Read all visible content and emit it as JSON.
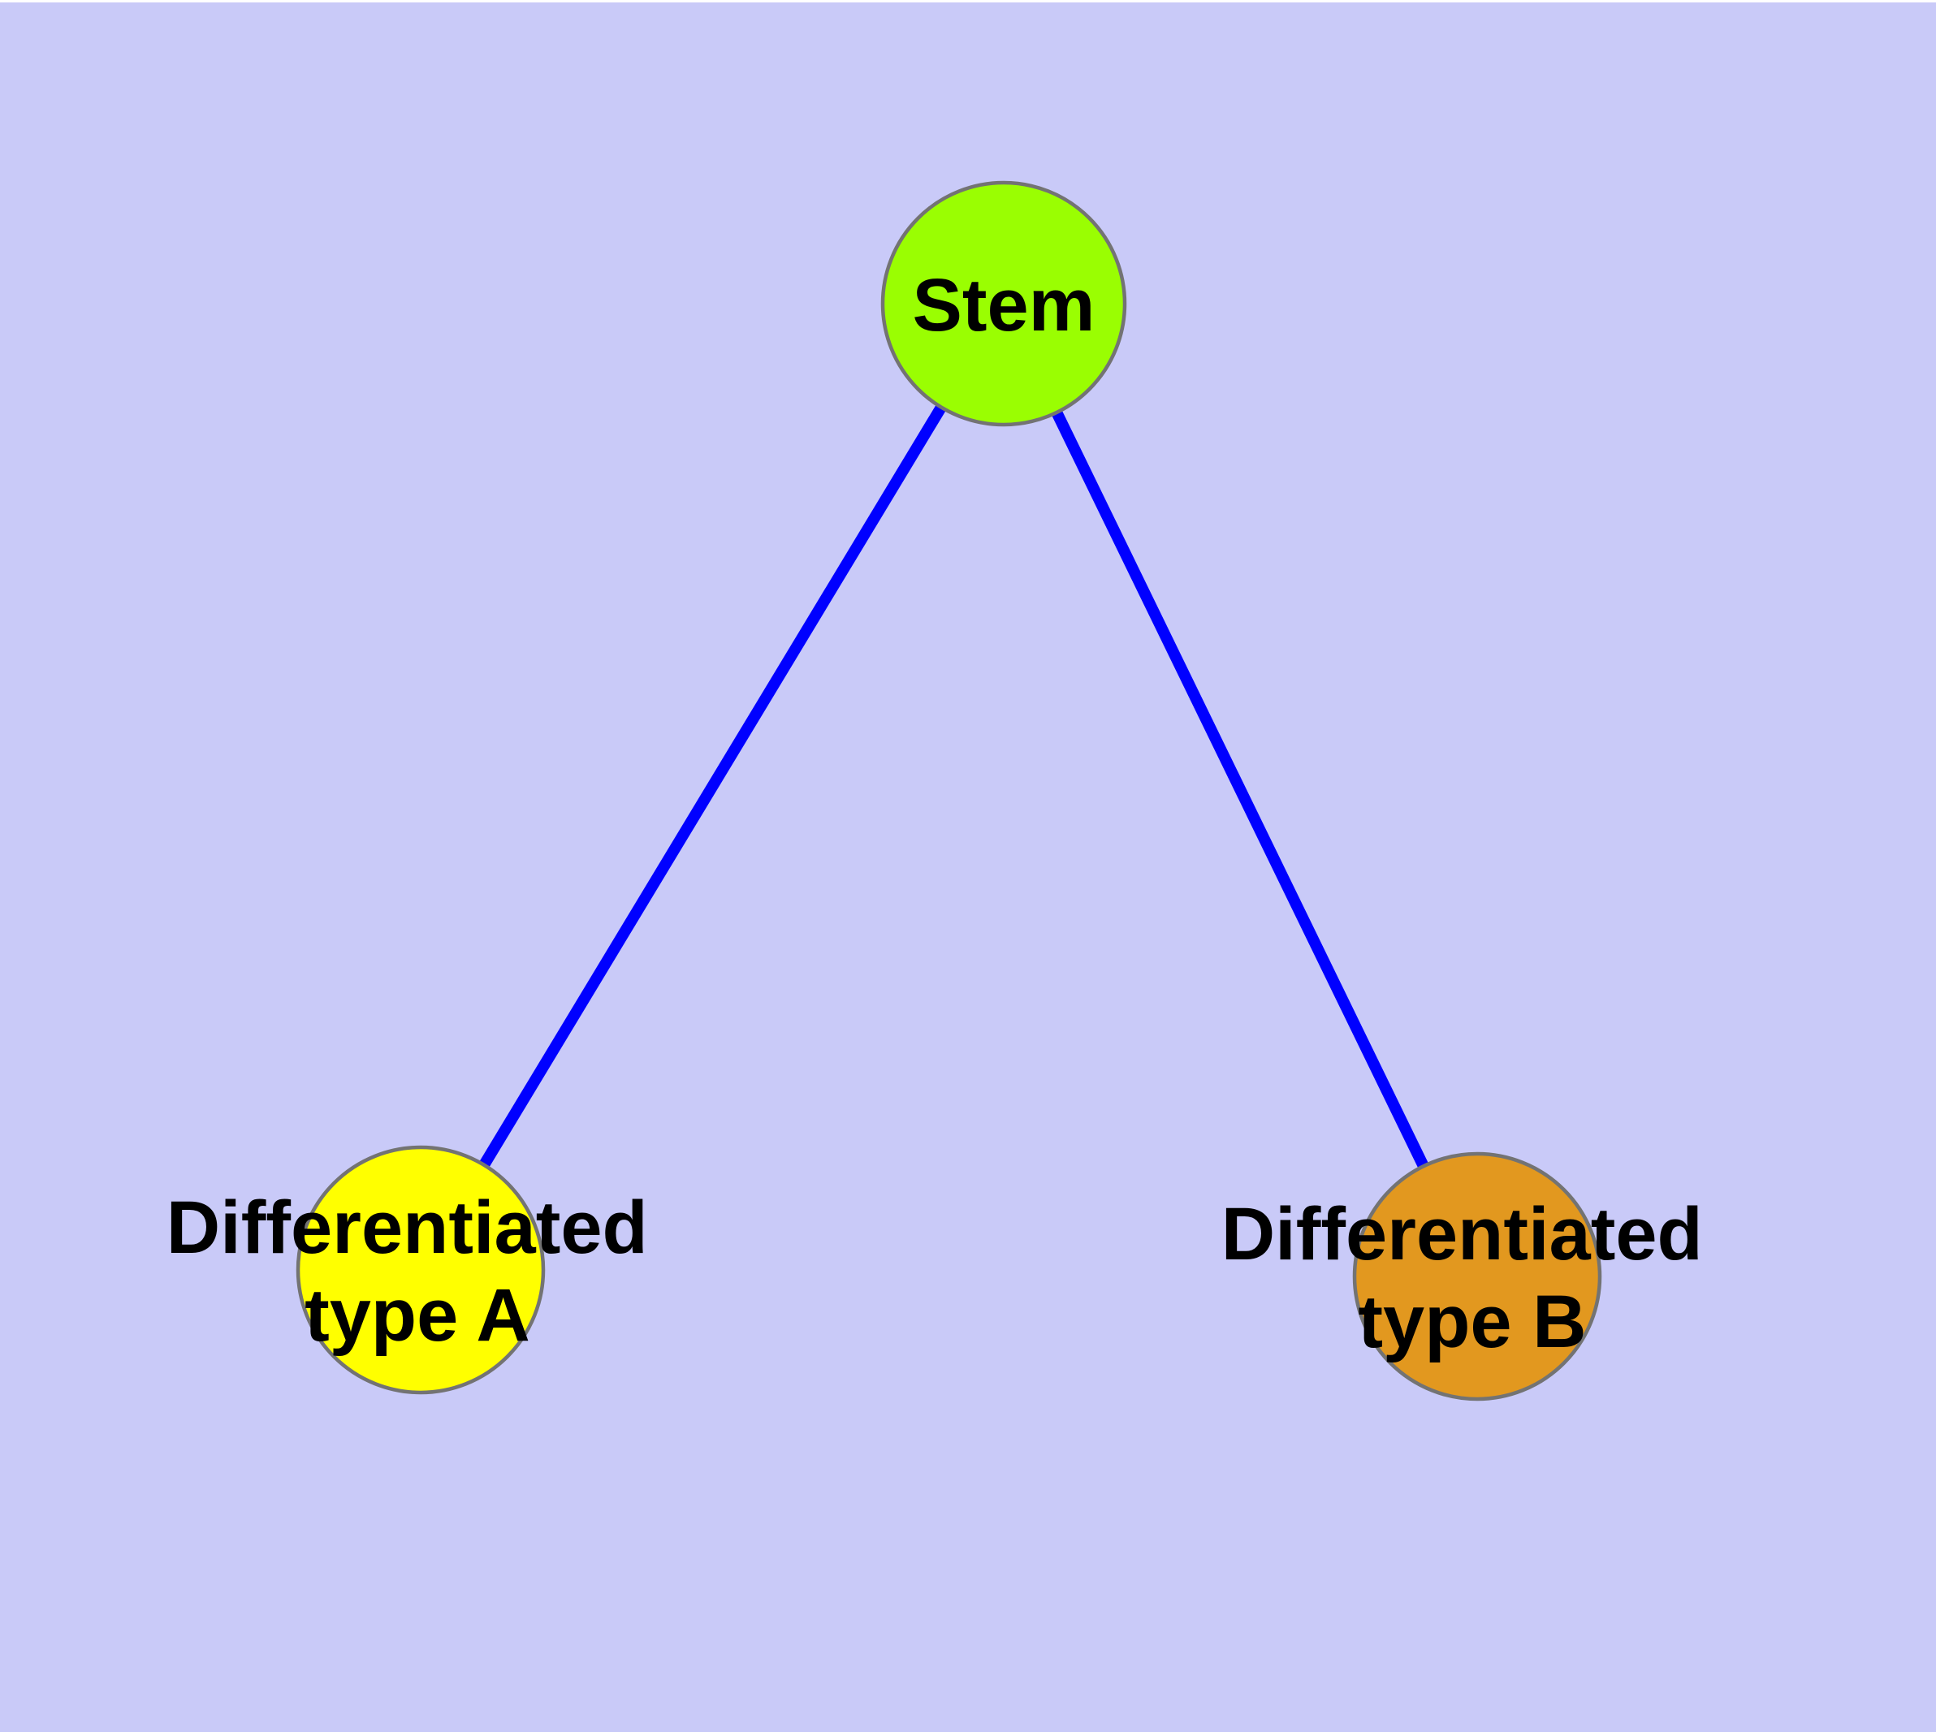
{
  "figure": {
    "background_color": "#C9CAF8",
    "margin_color": "#FFFFFF",
    "edge_color": "#0000FF",
    "node_border_color": "#737373",
    "label_color": "#000000"
  },
  "nodes": [
    {
      "id": "stem",
      "lines": [
        "Stem"
      ],
      "fill": "#9AFE02"
    },
    {
      "id": "differentiated-type-a",
      "lines": [
        "Differentiated",
        "type A"
      ],
      "fill": "#FFFF00"
    },
    {
      "id": "differentiated-type-b",
      "lines": [
        "Differentiated",
        "type B"
      ],
      "fill": "#E2981F"
    }
  ],
  "edges": [
    {
      "from": "stem",
      "to": "differentiated-type-a"
    },
    {
      "from": "stem",
      "to": "differentiated-type-b"
    }
  ]
}
